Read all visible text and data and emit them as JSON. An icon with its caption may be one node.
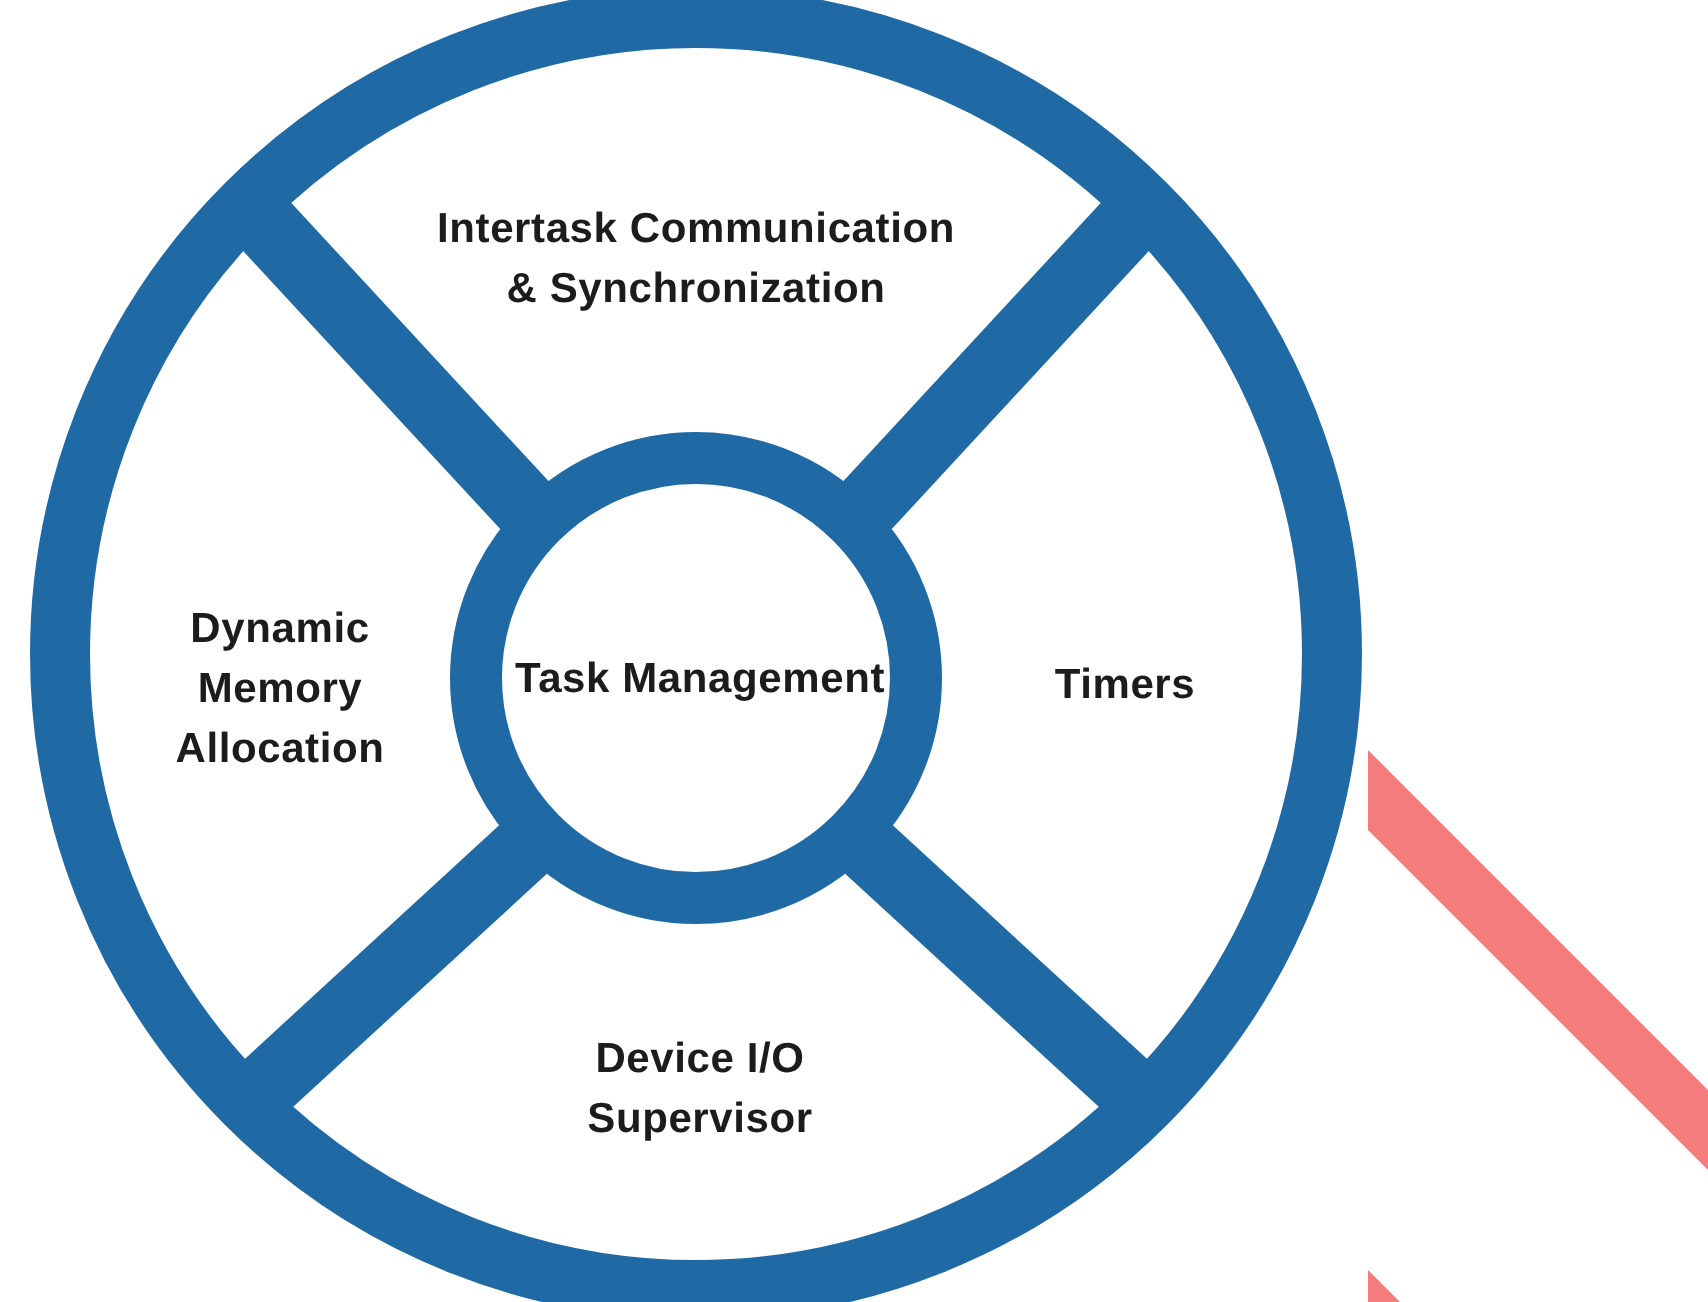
{
  "diagram": {
    "nodes": [
      {
        "text": [
          "Intertask Communication & Synchronization"
        ]
      },
      {
        "text": [
          "Dynamic Memory Allocation"
        ]
      },
      {
        "text": [
          "Task Management"
        ]
      },
      {
        "text": [
          "Timers"
        ]
      },
      {
        "text": [
          "Device I/O Supervisor"
        ]
      }
    ]
  }
}
